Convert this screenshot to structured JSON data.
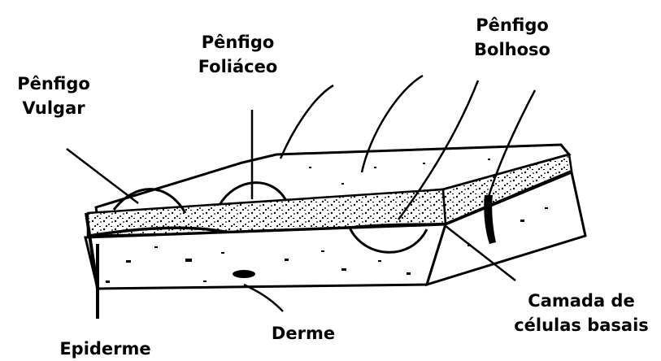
{
  "labels": {
    "vulgar": [
      "Pênfigo",
      "Vulgar"
    ],
    "foliaceo": [
      "Pênfigo",
      "Foliáceo"
    ],
    "bolhoso": [
      "Pênfigo",
      "Bolhoso"
    ],
    "camada": [
      "Camada de",
      "células basais"
    ],
    "derme": "Derme",
    "epiderme": "Epiderme"
  },
  "colors": {
    "ink": "#000000",
    "background": "#ffffff"
  }
}
